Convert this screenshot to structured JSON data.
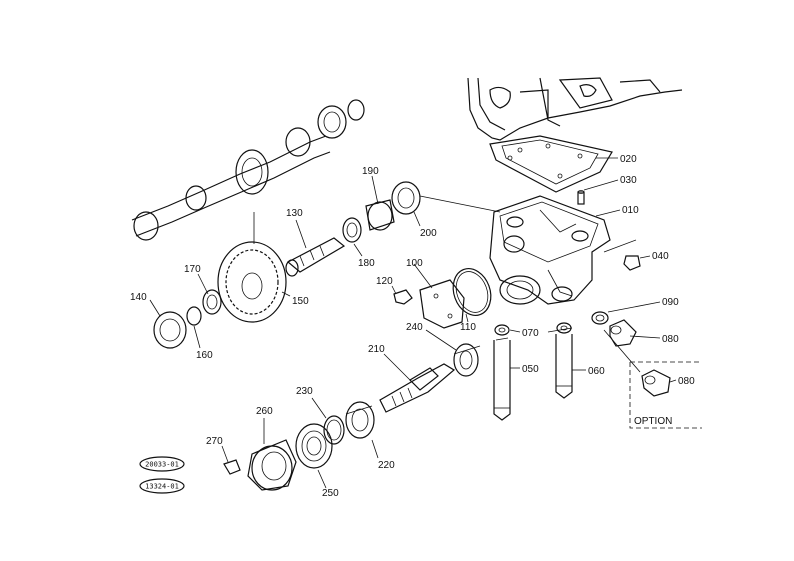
{
  "option_label": "OPTION",
  "ref_codes": [
    "20033-01",
    "13324-01"
  ],
  "callouts": [
    {
      "id": "p020",
      "text": "020"
    },
    {
      "id": "p030",
      "text": "030"
    },
    {
      "id": "p010",
      "text": "010"
    },
    {
      "id": "p040",
      "text": "040"
    },
    {
      "id": "p090",
      "text": "090"
    },
    {
      "id": "p080a",
      "text": "080"
    },
    {
      "id": "p080b",
      "text": "080"
    },
    {
      "id": "p070",
      "text": "070"
    },
    {
      "id": "p060",
      "text": "060"
    },
    {
      "id": "p050",
      "text": "050"
    },
    {
      "id": "p190",
      "text": "190"
    },
    {
      "id": "p130",
      "text": "130"
    },
    {
      "id": "p200",
      "text": "200"
    },
    {
      "id": "p180",
      "text": "180"
    },
    {
      "id": "p100",
      "text": "100"
    },
    {
      "id": "p120",
      "text": "120"
    },
    {
      "id": "p110",
      "text": "110"
    },
    {
      "id": "p240",
      "text": "240"
    },
    {
      "id": "p170",
      "text": "170"
    },
    {
      "id": "p140",
      "text": "140"
    },
    {
      "id": "p150",
      "text": "150"
    },
    {
      "id": "p160",
      "text": "160"
    },
    {
      "id": "p210",
      "text": "210"
    },
    {
      "id": "p230",
      "text": "230"
    },
    {
      "id": "p260",
      "text": "260"
    },
    {
      "id": "p220",
      "text": "220"
    },
    {
      "id": "p270",
      "text": "270"
    },
    {
      "id": "p250",
      "text": "250"
    }
  ]
}
